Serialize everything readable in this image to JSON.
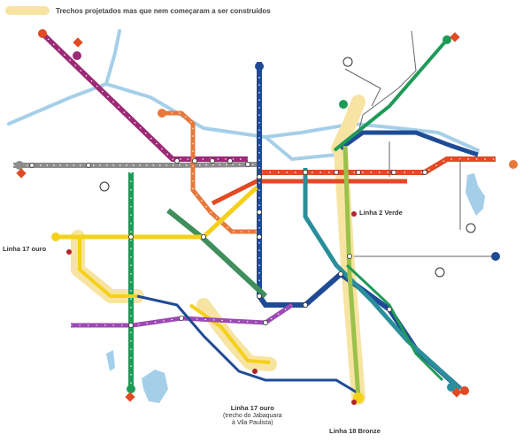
{
  "legend": {
    "text": "Trechos projetados mas que nem começaram a ser construídos",
    "highlight_color": "#f7e4a3"
  },
  "callouts": {
    "linha2": "Linha 2 Verde",
    "linha17a": "Linha 17 ouro",
    "linha17b_title": "Linha 17 ouro",
    "linha17b_sub1": "(trecho do Jabaquara",
    "linha17b_sub2": "à Vila Paulista)",
    "linha18": "Linha 18 Bronze"
  },
  "colors": {
    "blue": "#1f4b96",
    "green": "#1e9b57",
    "red": "#e24a24",
    "yellow": "#f4d119",
    "lilac": "#9b4ab4",
    "purple": "#9c2a76",
    "orange": "#e8773a",
    "gray": "#8c8c8c",
    "lightblue": "#a5cfe8",
    "darkgreen": "#3f8e5c",
    "teal": "#2a8f9a",
    "callout_dot": "#b0232a"
  }
}
